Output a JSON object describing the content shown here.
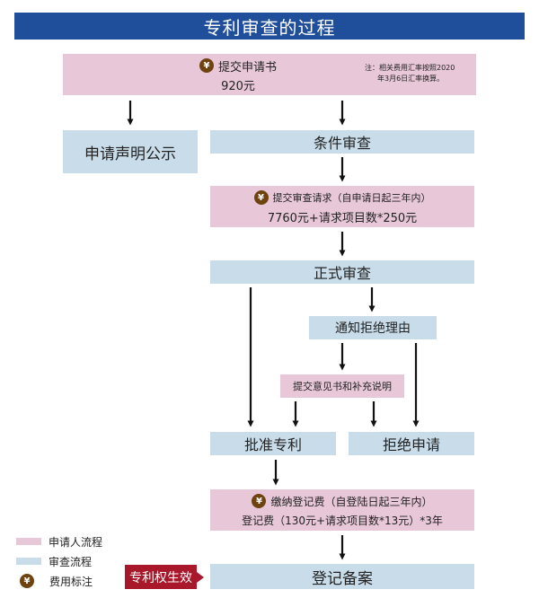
{
  "title": "专利审查的过程",
  "nodes": {
    "submit_application": {
      "label": "提交申请书",
      "fee": "920元",
      "note_line1": "注：相关费用汇率按照2020",
      "note_line2": "年3月6日汇率换算。"
    },
    "publication": {
      "label": "申请声明公示"
    },
    "formal_exam": {
      "label": "条件审查"
    },
    "request_exam": {
      "label": "提交审查请求（自申请日起三年内）",
      "fee": "7760元+请求项目数*250元"
    },
    "substantive_exam": {
      "label": "正式审查"
    },
    "rejection_notice": {
      "label": "通知拒绝理由"
    },
    "submit_opinion": {
      "label": "提交意见书和补充说明"
    },
    "grant": {
      "label": "批准专利"
    },
    "reject": {
      "label": "拒绝申请"
    },
    "registration_fee": {
      "label": "缴纳登记费（自登陆日起三年内）",
      "fee": "登记费（130元+请求项目数*13元）*3年"
    },
    "registration": {
      "label": "登记备案"
    },
    "patent_effective": {
      "label": "专利权生效"
    }
  },
  "icons": {
    "fee": "yen-coin-icon",
    "arrow": "arrow-down-icon"
  },
  "yen_symbol": "¥",
  "legend": {
    "applicant_flow": {
      "label": "申请人流程",
      "color": "#e8c8d8"
    },
    "exam_flow": {
      "label": "审查流程",
      "color": "#c9dcea"
    },
    "fee_mark": {
      "label": "费用标注"
    }
  },
  "colors": {
    "title_bar": "#1f4e9b",
    "effective_box": "#a8182a",
    "fee_icon": "#6e4310"
  }
}
